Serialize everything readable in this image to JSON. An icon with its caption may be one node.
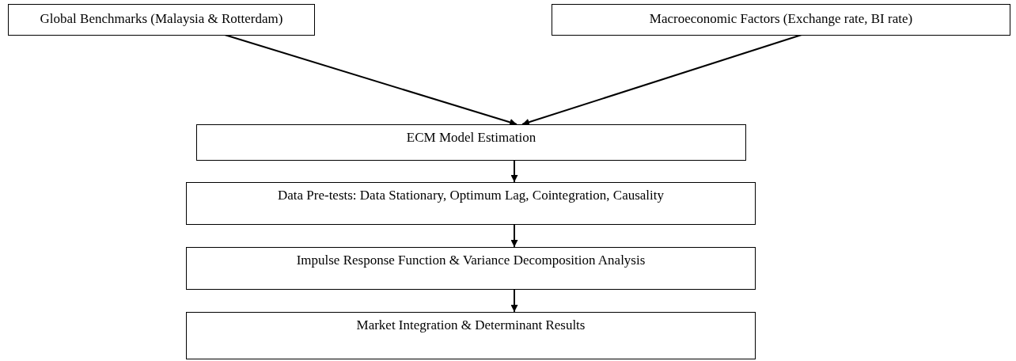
{
  "diagram": {
    "nodes": [
      {
        "text": [
          "Global Benchmarks (Malaysia & Rotterdam)"
        ]
      },
      {
        "text": [
          "Macroeconomic Factors (Exchange rate, BI rate)"
        ]
      },
      {
        "text": [
          "ECM Model Estimation"
        ]
      },
      {
        "text": [
          "Data Pre-tests: Data Stationary, Optimum Lag, Cointegration, Causality"
        ]
      },
      {
        "text": [
          "Impulse Response Function & Variance Decomposition Analysis"
        ]
      },
      {
        "text": [
          "Market Integration & Determinant Results"
        ]
      }
    ],
    "edges": [
      {
        "from": 0,
        "to": 2,
        "arrow": "to"
      },
      {
        "from": 1,
        "to": 2,
        "arrow": "to"
      },
      {
        "from": 2,
        "to": 3,
        "arrow": "to"
      },
      {
        "from": 3,
        "to": 4,
        "arrow": "to"
      },
      {
        "from": 4,
        "to": 5,
        "arrow": "to"
      }
    ]
  }
}
